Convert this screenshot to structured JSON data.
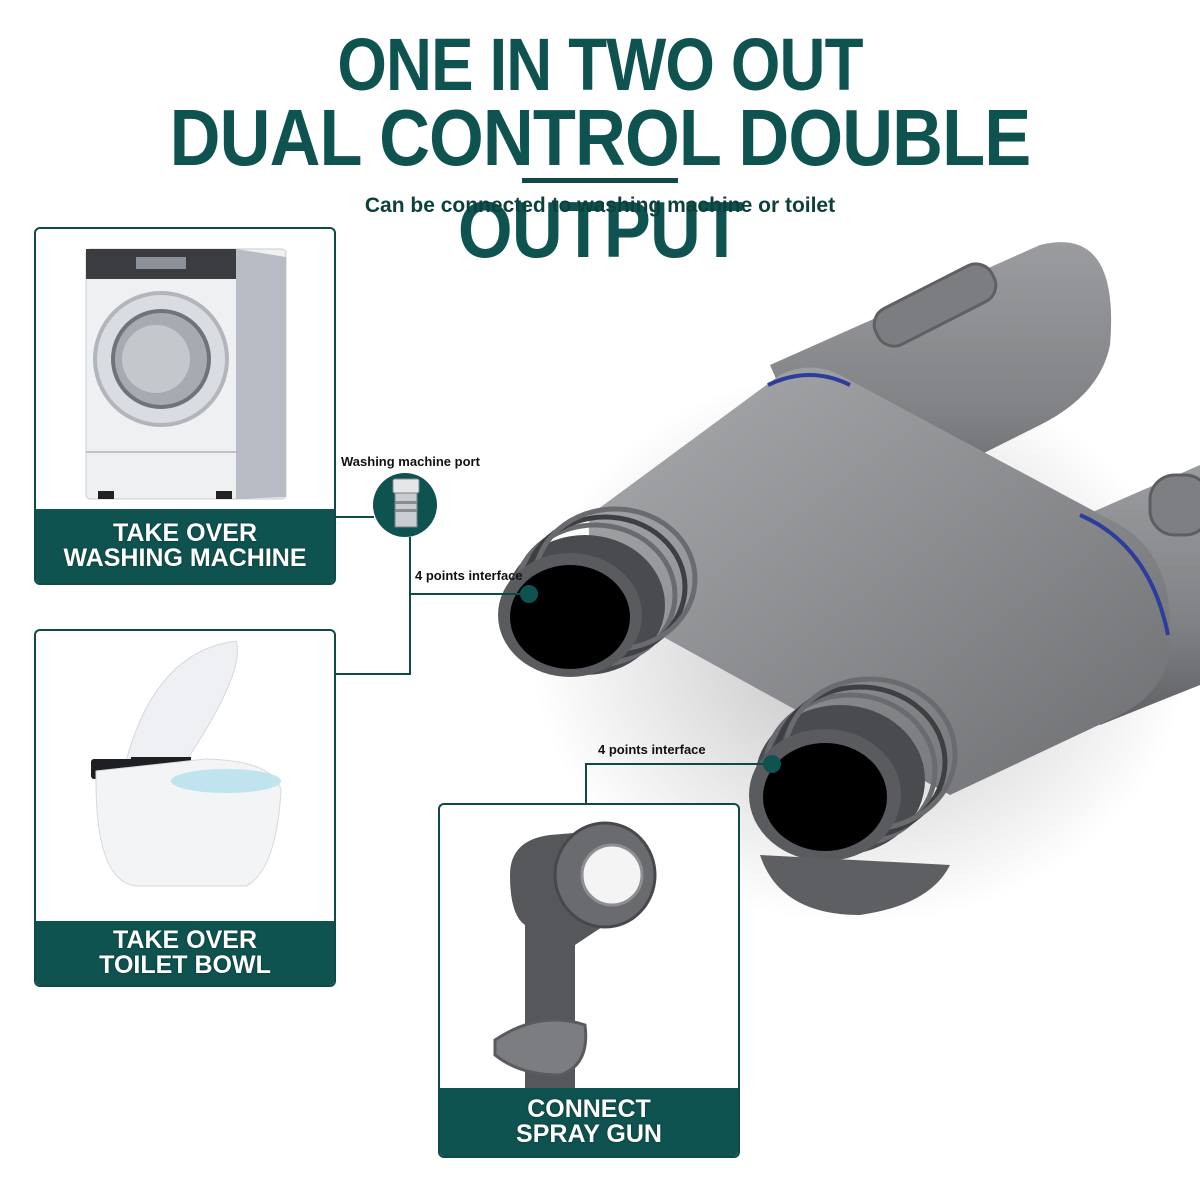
{
  "header": {
    "title_line1": "ONE IN TWO OUT",
    "title_line2": "DUAL CONTROL DOUBLE OUTPUT",
    "subtitle": "Can be connected to washing machine or toilet"
  },
  "cards": [
    {
      "id": "washing-machine",
      "line1": "TAKE OVER",
      "line2": "WASHING MACHINE"
    },
    {
      "id": "toilet-bowl",
      "line1": "TAKE OVER",
      "line2": "TOILET BOWL"
    },
    {
      "id": "spray-gun",
      "line1": "CONNECT",
      "line2": "SPRAY GUN"
    }
  ],
  "callouts": {
    "washing_port": "Washing machine port",
    "interface_top": "4 points interface",
    "interface_bottom": "4 points interface"
  },
  "colors": {
    "brand_green": "#0f5350",
    "valve_gray": "#8a8b8e",
    "seal_blue": "#2c3d9c"
  }
}
